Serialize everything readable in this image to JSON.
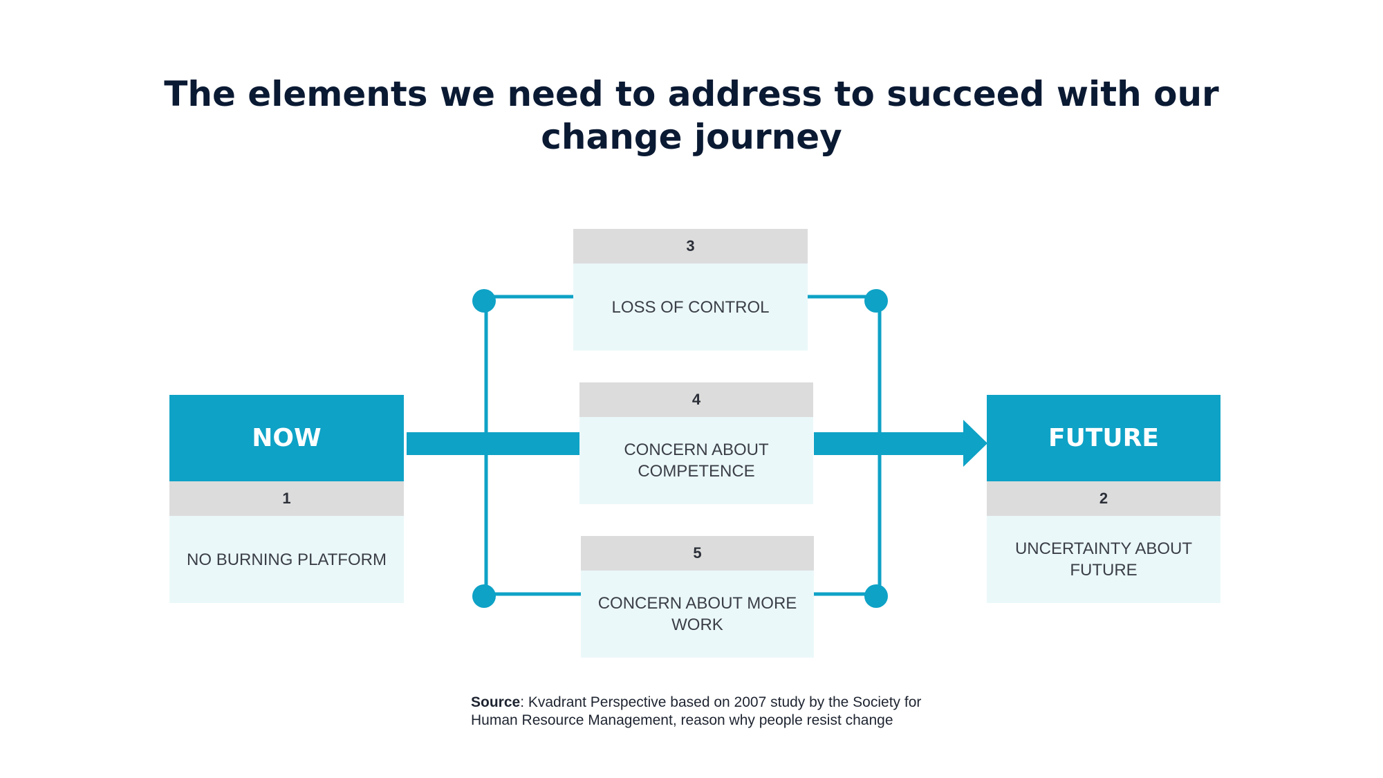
{
  "title": "The elements we need to address to succeed with our change journey",
  "colors": {
    "accent": "#0ea2c6",
    "number_band": "#dcdcdc",
    "body_fill": "#ebf8f9",
    "title": "#0b1a33"
  },
  "now": {
    "heading": "NOW",
    "number": "1",
    "text": "NO BURNING PLATFORM"
  },
  "future": {
    "heading": "FUTURE",
    "number": "2",
    "text": "UNCERTAINTY ABOUT FUTURE"
  },
  "elements": [
    {
      "number": "3",
      "text": "LOSS OF CONTROL"
    },
    {
      "number": "4",
      "text": "CONCERN ABOUT COMPETENCE"
    },
    {
      "number": "5",
      "text": "CONCERN ABOUT MORE WORK"
    }
  ],
  "source": {
    "label": "Source",
    "text": ": Kvadrant Perspective based on 2007 study by the Society for Human Resource Management, reason why people resist change"
  }
}
